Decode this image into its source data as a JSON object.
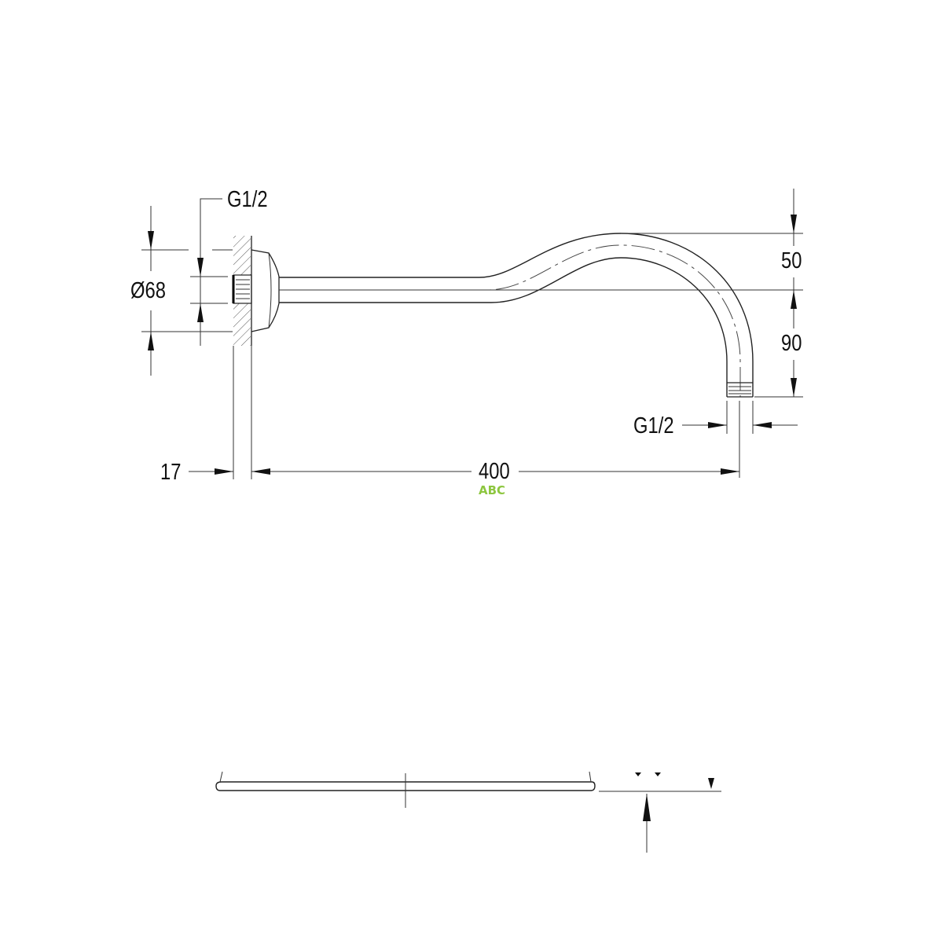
{
  "drawing": {
    "title": "Shower arm dimension drawing",
    "dimensions": {
      "wall_thread": "G1/2",
      "flange_diameter": "Ø68",
      "flange_depth": "17",
      "projection": "400",
      "rise": "50",
      "drop": "90",
      "outlet_thread": "G1/2"
    },
    "watermark": "ABC",
    "colors": {
      "line": "#222222",
      "watermark": "#8dc63f"
    }
  }
}
